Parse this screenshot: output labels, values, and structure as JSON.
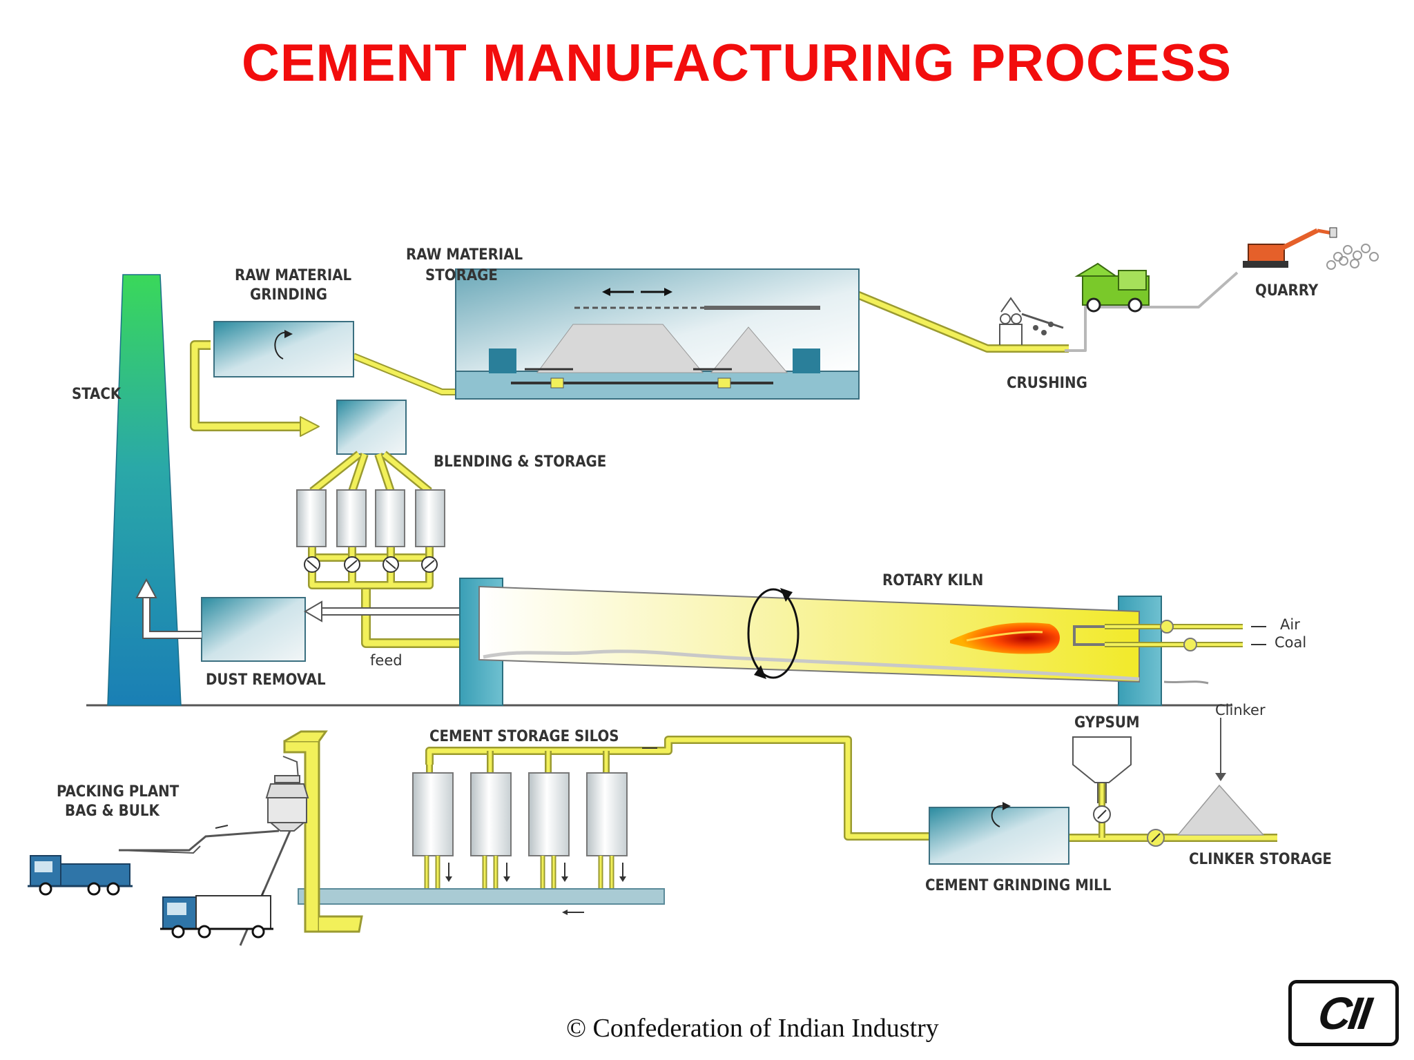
{
  "title": "CEMENT MANUFACTURING PROCESS",
  "labels": {
    "stack": "STACK",
    "raw_grinding": [
      "RAW MATERIAL",
      "GRINDING"
    ],
    "raw_storage": [
      "RAW MATERIAL",
      "STORAGE"
    ],
    "quarry": "QUARRY",
    "crushing": "CRUSHING",
    "blending": "BLENDING & STORAGE",
    "rotary_kiln": "ROTARY KILN",
    "air": "Air",
    "coal": "Coal",
    "feed": "feed",
    "dust_removal": "DUST REMOVAL",
    "clinker": "Clinker",
    "gypsum": "GYPSUM",
    "cement_silos": "CEMENT STORAGE SILOS",
    "packing": [
      "PACKING PLANT",
      "BAG & BULK"
    ],
    "cement_mill": "CEMENT GRINDING MILL",
    "clinker_storage": "CLINKER STORAGE"
  },
  "footer": "© Confederation of Indian Industry",
  "logo": "CII",
  "colors": {
    "title": "#f20d0d",
    "pipe": "#f2f05a",
    "pipe_edge": "#9a9a30",
    "kiln": "#f6f080",
    "flame": "#ff5a10"
  }
}
